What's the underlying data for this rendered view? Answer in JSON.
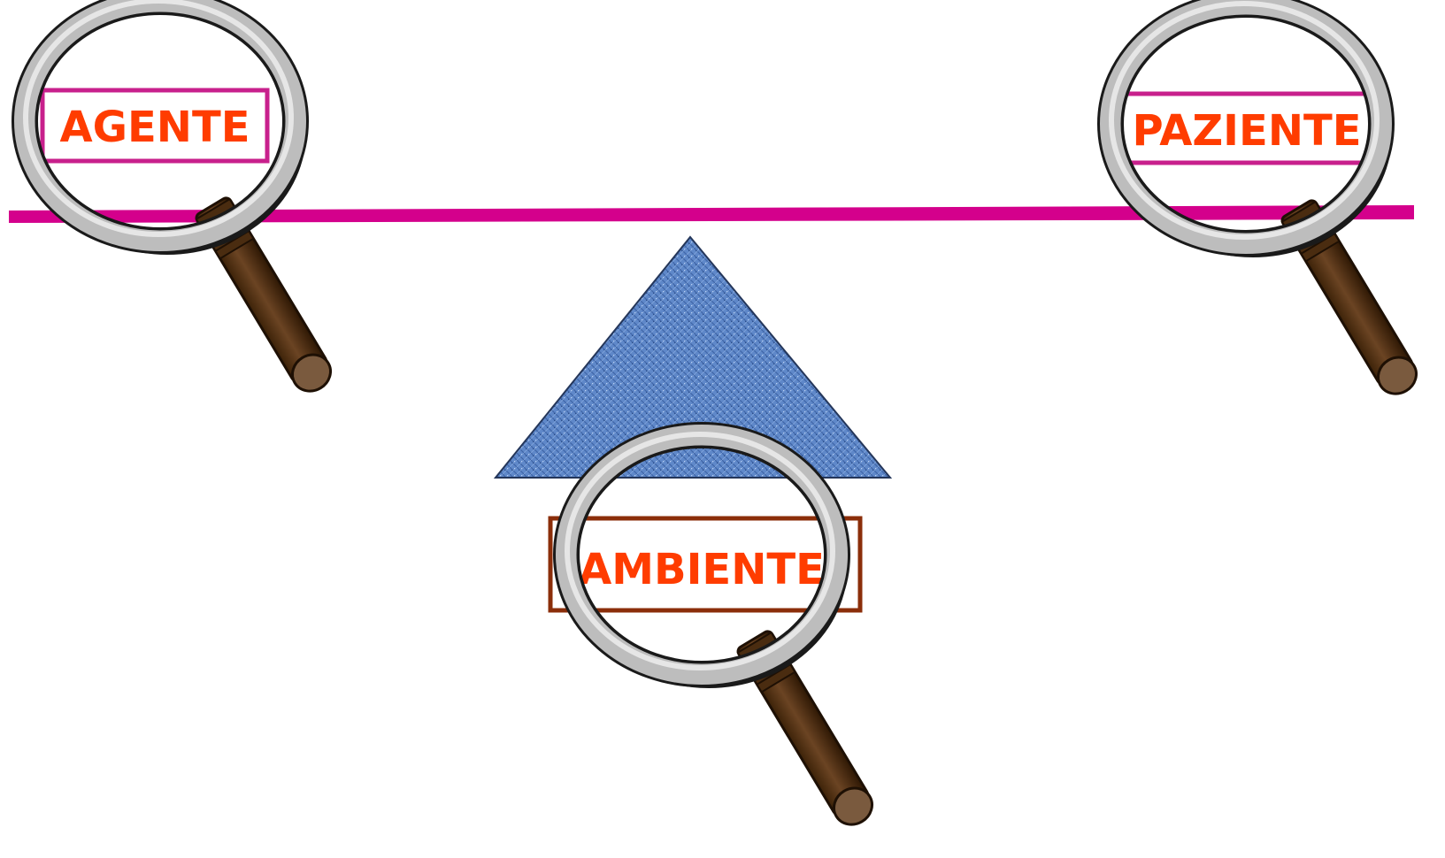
{
  "labels": {
    "agent": "AGENTE",
    "patient": "PAZIENTE",
    "environment": "AMBIENTE"
  },
  "colors": {
    "text": "#ff3c00",
    "beam": "#d4008c",
    "agent_border": "#c8208c",
    "patient_border": "#c8208c",
    "environment_border": "#8b2e0a",
    "fulcrum_fill": "#5d86c8",
    "handle": "#5b3a1c",
    "lens_rim": "#b8b8b8"
  },
  "icons": {
    "magnifier": "magnifying-glass-icon",
    "fulcrum": "triangle-fulcrum"
  }
}
